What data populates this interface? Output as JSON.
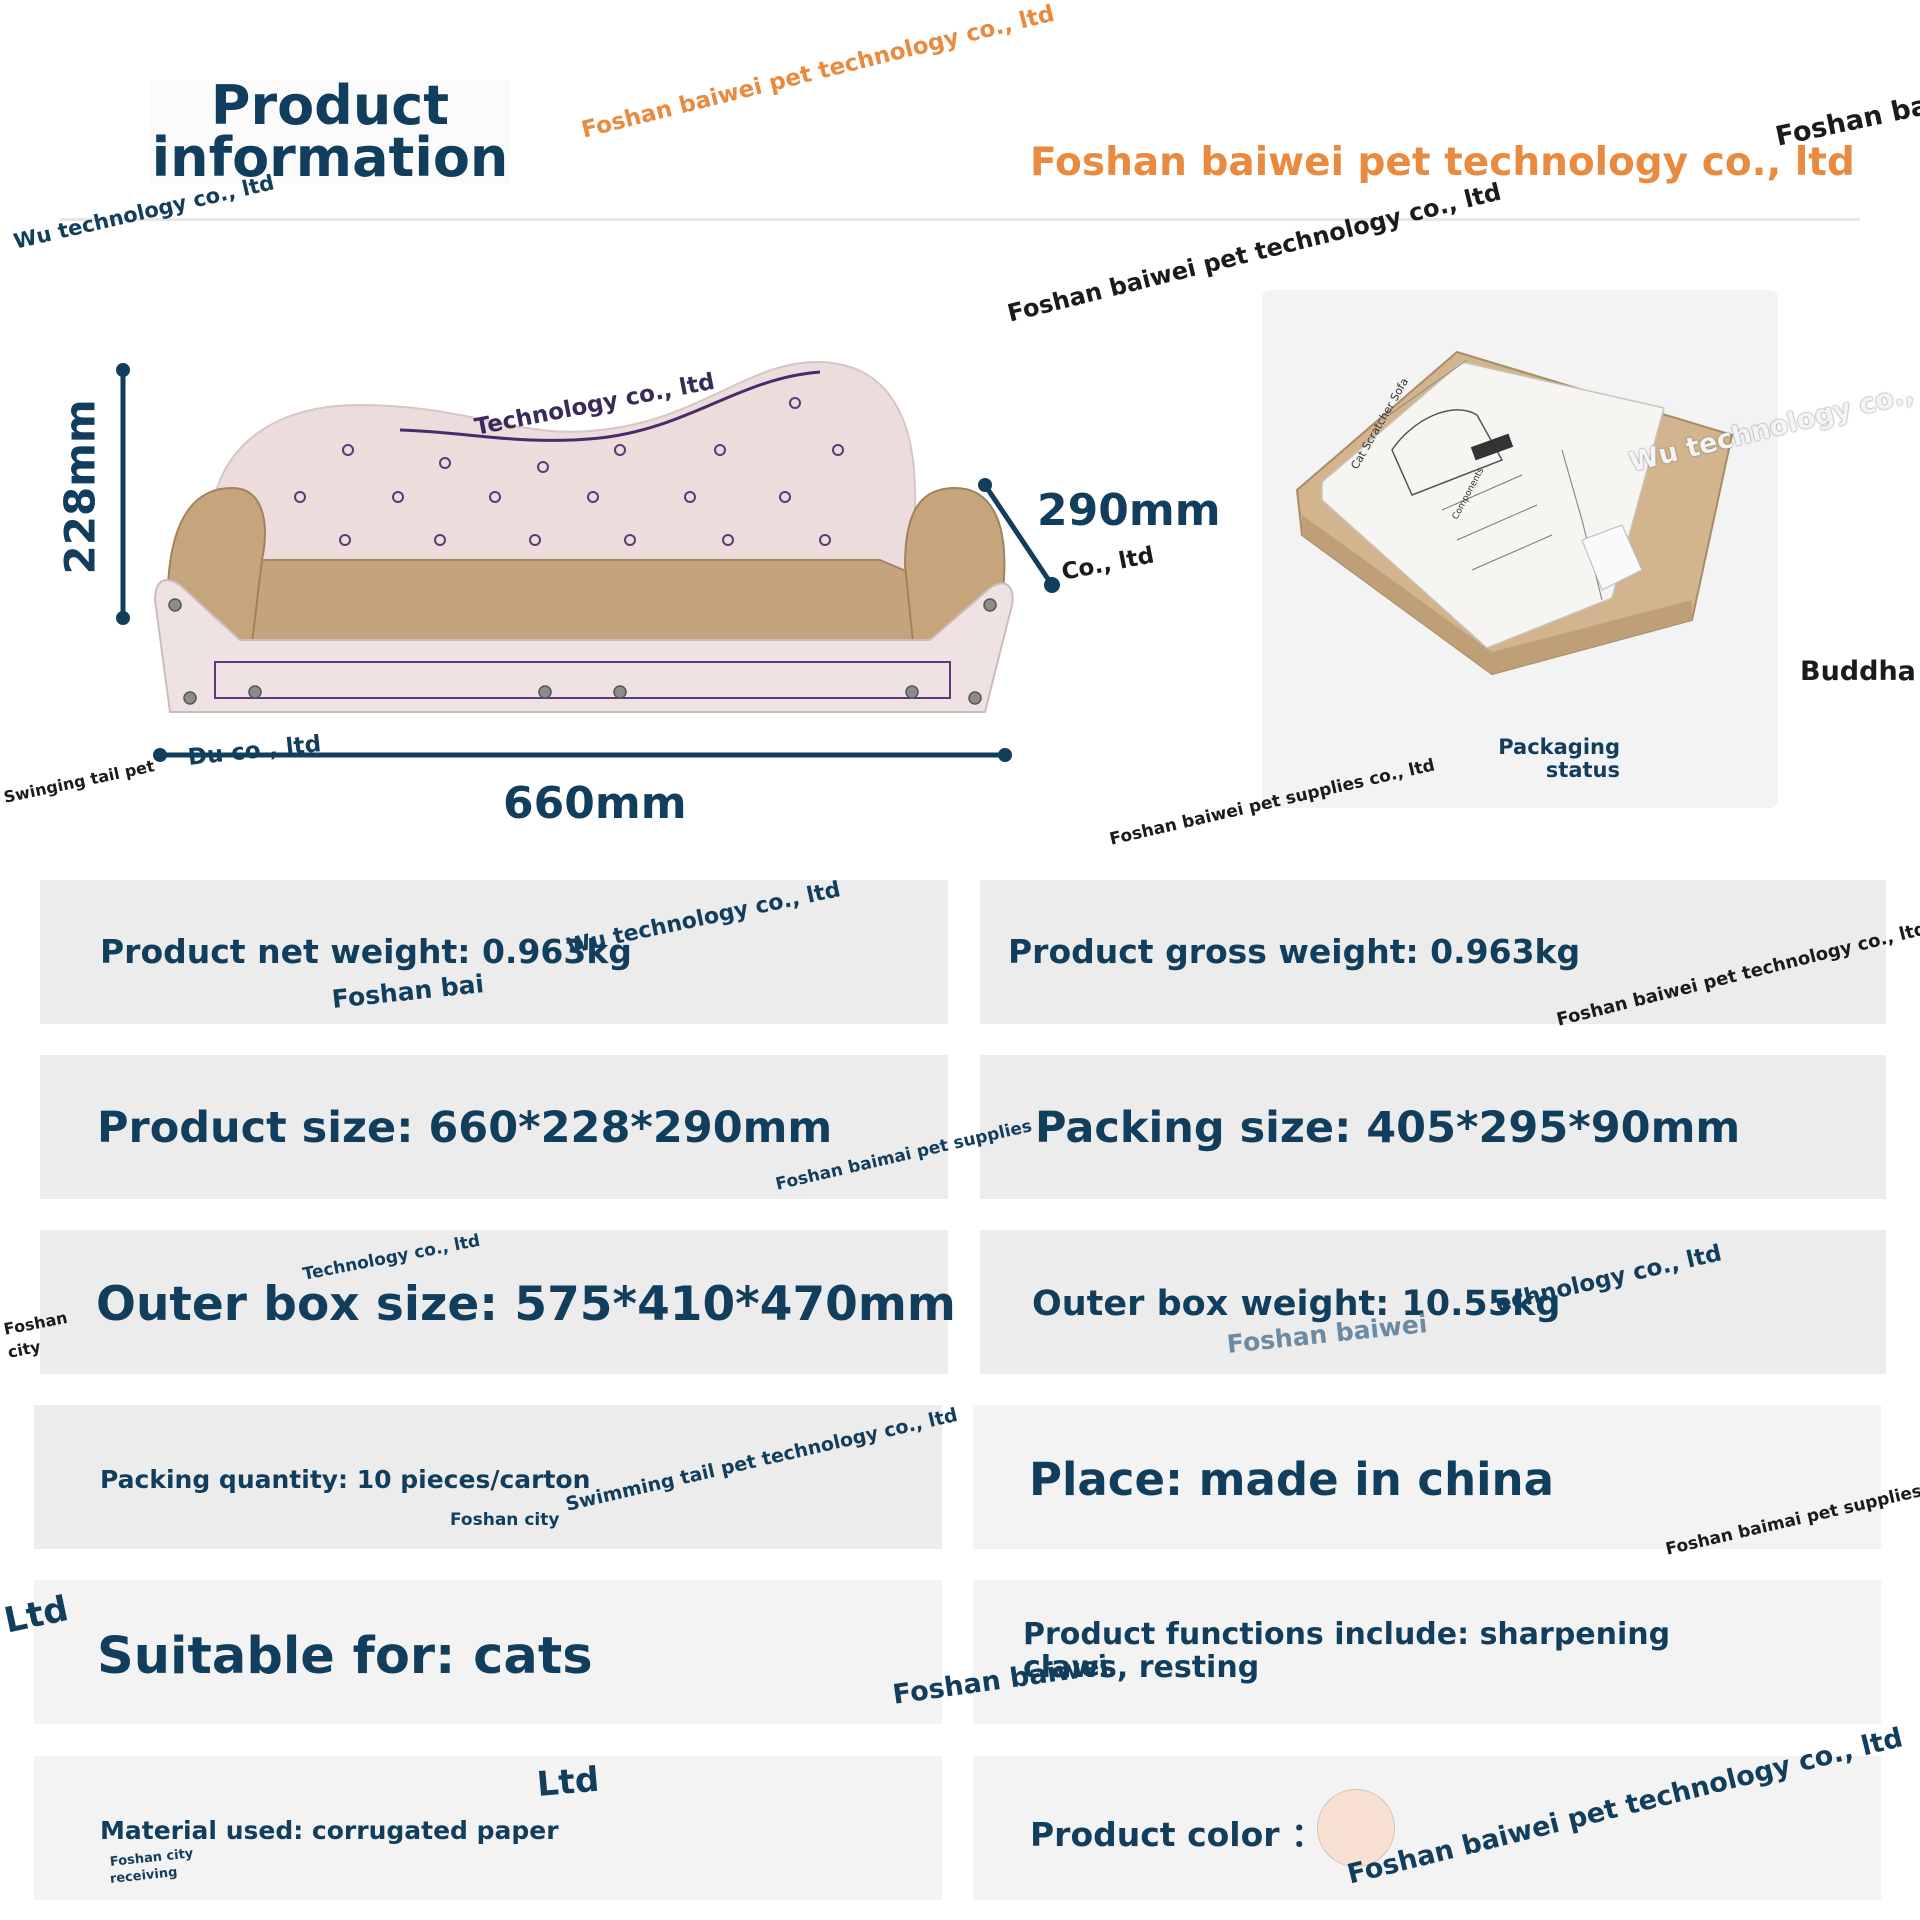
{
  "header": {
    "title_line1": "Product",
    "title_line2": "information",
    "brand_name": "Foshan baiwei pet technology co., ltd"
  },
  "dimensions": {
    "height": "228mm",
    "depth": "290mm",
    "width": "660mm"
  },
  "packaging": {
    "label_line1": "Packaging",
    "label_line2": "status",
    "sheet_title": "Cat Scratcher Sofa",
    "sheet_components": "Components"
  },
  "specs": {
    "net_weight": "Product net weight: 0.963kg",
    "gross_weight": "Product gross weight: 0.963kg",
    "product_size": "Product size: 660*228*290mm",
    "packing_size": "Packing size: 405*295*90mm",
    "outer_box_size": "Outer box size: 575*410*470mm",
    "outer_box_weight": "Outer box weight: 10.55kg",
    "packing_quantity": "Packing quantity: 10 pieces/carton",
    "place": "Place: made in china",
    "suitable_for": "Suitable for: cats",
    "functions": "Product functions include: sharpening claws, resting",
    "material": "Material used: corrugated paper",
    "color_label": "Product color ："
  },
  "colors": {
    "navy": "#123e5e",
    "orange": "#ea8a3e",
    "swatch": "#f6e0d2"
  },
  "watermarks": {
    "w1": "Foshan baiwei pet technology co., ltd",
    "w2": "Foshan bai",
    "w3": "Wu technology co., ltd",
    "w4": "Foshan baiwei pet technology co., ltd",
    "w5": "Technology co., ltd",
    "w6": "Co., ltd",
    "w7": "Wu technology co., ltd",
    "w8": "Buddha",
    "w9": "Du co., ltd",
    "w10": "Swinging tail pet",
    "w11": "Foshan baiwei pet supplies co., ltd",
    "w12": "Wu technology co., ltd",
    "w13": "Foshan bai",
    "w14": "Foshan baiwei pet technology co., ltd",
    "w15": "Foshan baimai pet supplies",
    "w16": "Technology co., ltd",
    "w17": "Foshan",
    "w18": "city",
    "w19": "echnology co., ltd",
    "w20": "Foshan baiwei",
    "w21": "Swimming tail pet technology co., ltd",
    "w22": "Foshan city",
    "w23": "Foshan baimai pet supplies",
    "w24": "Ltd",
    "w25": "Foshan baiwei",
    "w26": "Ltd",
    "w27": "Foshan city",
    "w28": "receiving",
    "w29": "Foshan baiwei pet technology co., ltd"
  }
}
